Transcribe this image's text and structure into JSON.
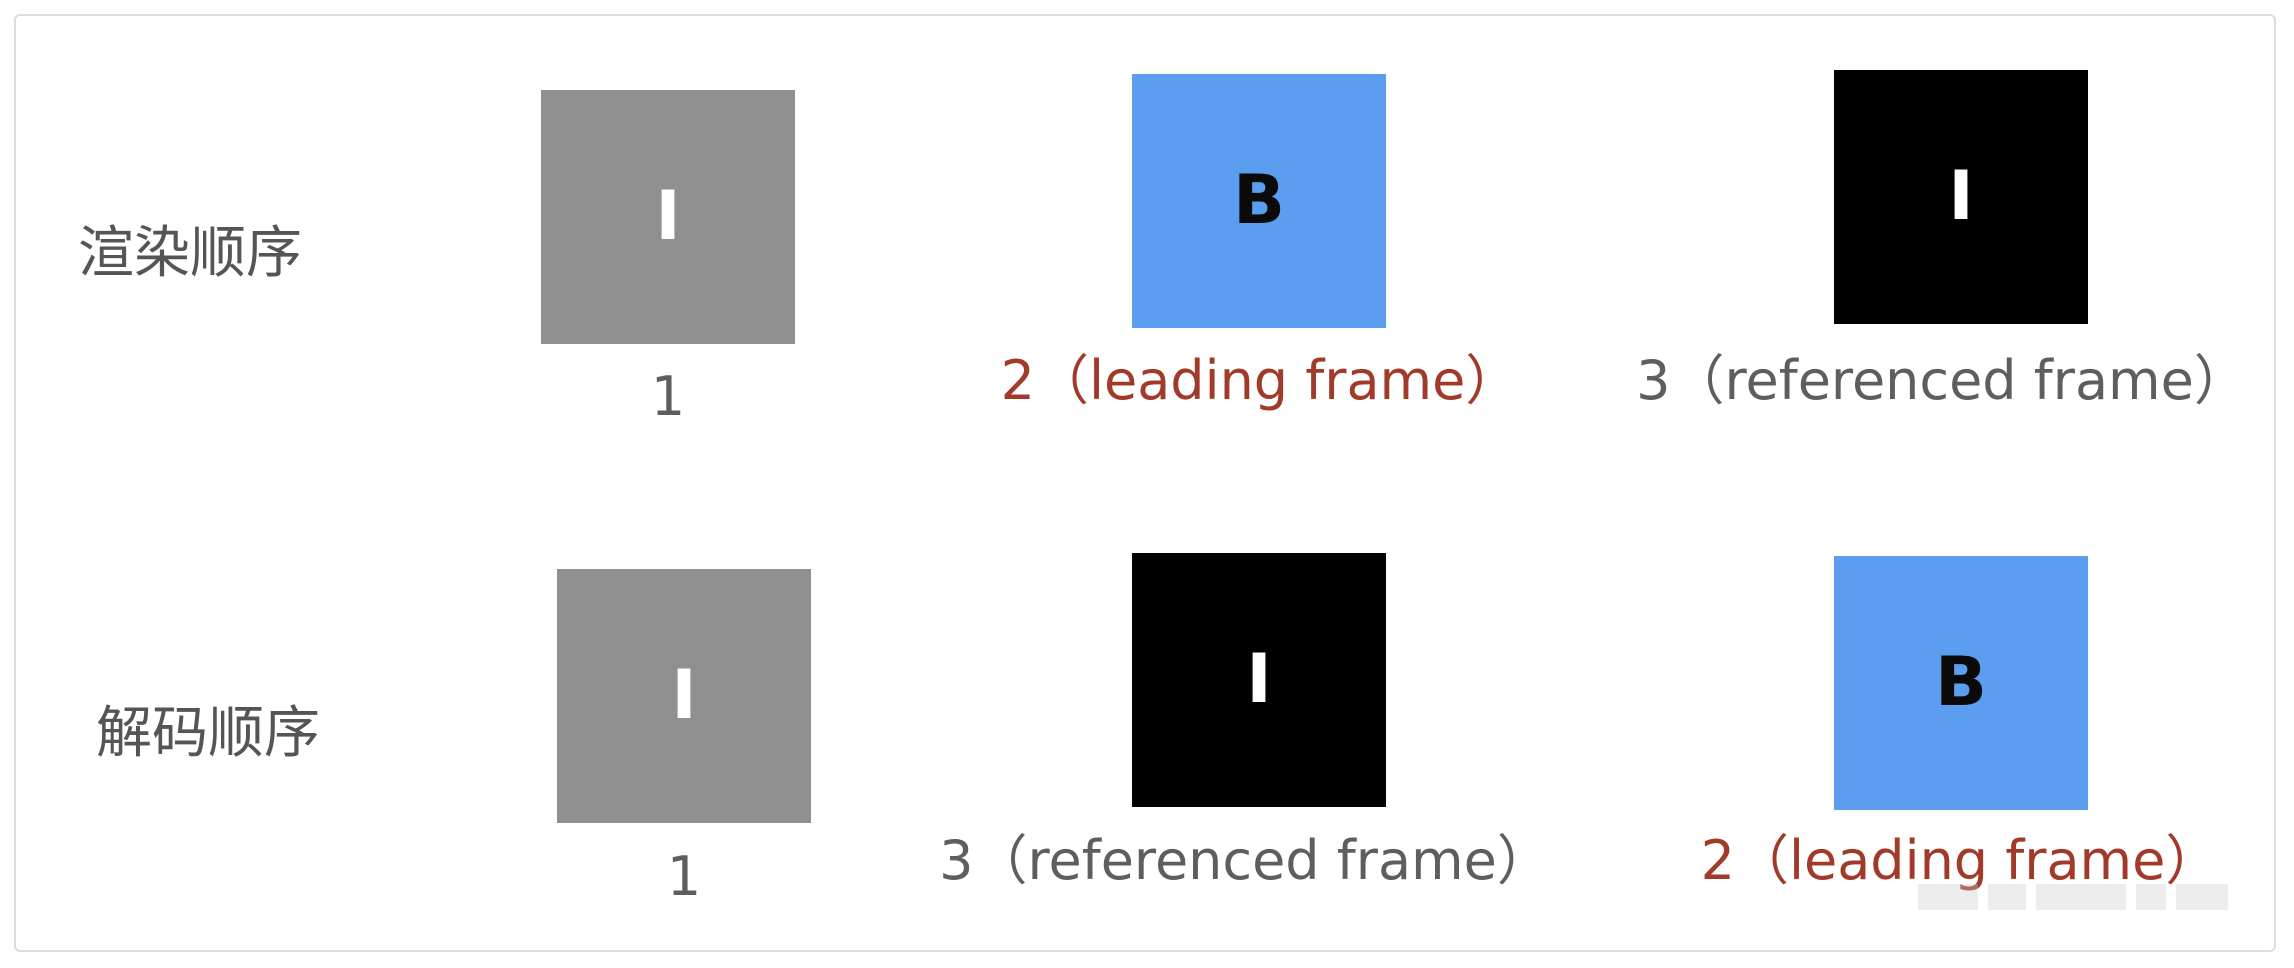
{
  "rows": [
    {
      "label": "渲染顺序",
      "frames": [
        {
          "glyph": "I",
          "color": "gray",
          "caption": "1",
          "caption_style": "plain"
        },
        {
          "glyph": "B",
          "color": "blue",
          "caption": "2（leading frame）",
          "caption_style": "highlight"
        },
        {
          "glyph": "I",
          "color": "black",
          "caption": "3（referenced frame）",
          "caption_style": "plain"
        }
      ]
    },
    {
      "label": "解码顺序",
      "frames": [
        {
          "glyph": "I",
          "color": "gray",
          "caption": "1",
          "caption_style": "plain"
        },
        {
          "glyph": "I",
          "color": "black",
          "caption": "3（referenced frame）",
          "caption_style": "plain"
        },
        {
          "glyph": "B",
          "color": "blue",
          "caption": "2（leading frame）",
          "caption_style": "highlight"
        }
      ]
    }
  ],
  "colors": {
    "gray": "#8f8f8f",
    "blue": "#5b9ef0",
    "black": "#000000",
    "caption_plain": "#5e5e5e",
    "caption_highlight": "#a23a2a"
  }
}
